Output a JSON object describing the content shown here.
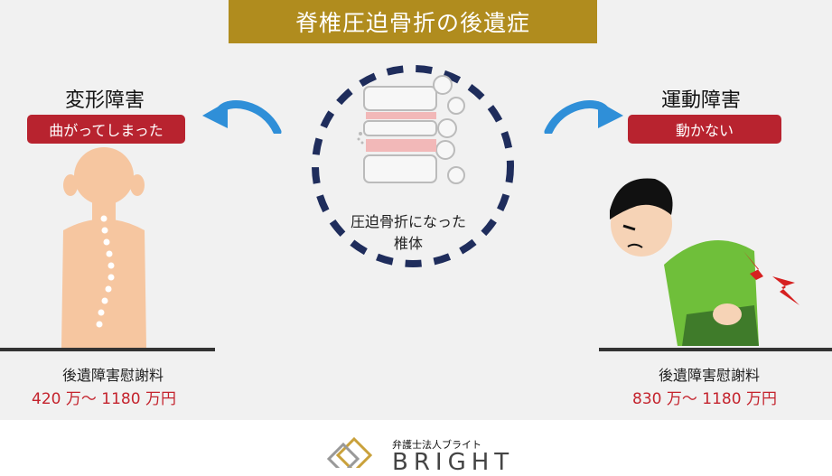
{
  "title": "脊椎圧迫骨折の後遺症",
  "left": {
    "heading": "変形障害",
    "badge": "曲がってしまった",
    "label": "後遺障害慰謝料",
    "price": "420 万～ 1180 万円"
  },
  "center": {
    "line1": "圧迫骨折になった",
    "line2": "椎体"
  },
  "right": {
    "heading": "運動障害",
    "badge": "動かない",
    "label": "後遺障害慰謝料",
    "price": "830 万～ 1180 万円"
  },
  "brand": {
    "company": "弁護士法人ブライト",
    "name": "BRIGHT"
  },
  "colors": {
    "title_bg": "#b08c1e",
    "badge_bg": "#b8232f",
    "price": "#c4232d",
    "arrow": "#2f8fd8",
    "dash_circle": "#1f2d5c"
  }
}
